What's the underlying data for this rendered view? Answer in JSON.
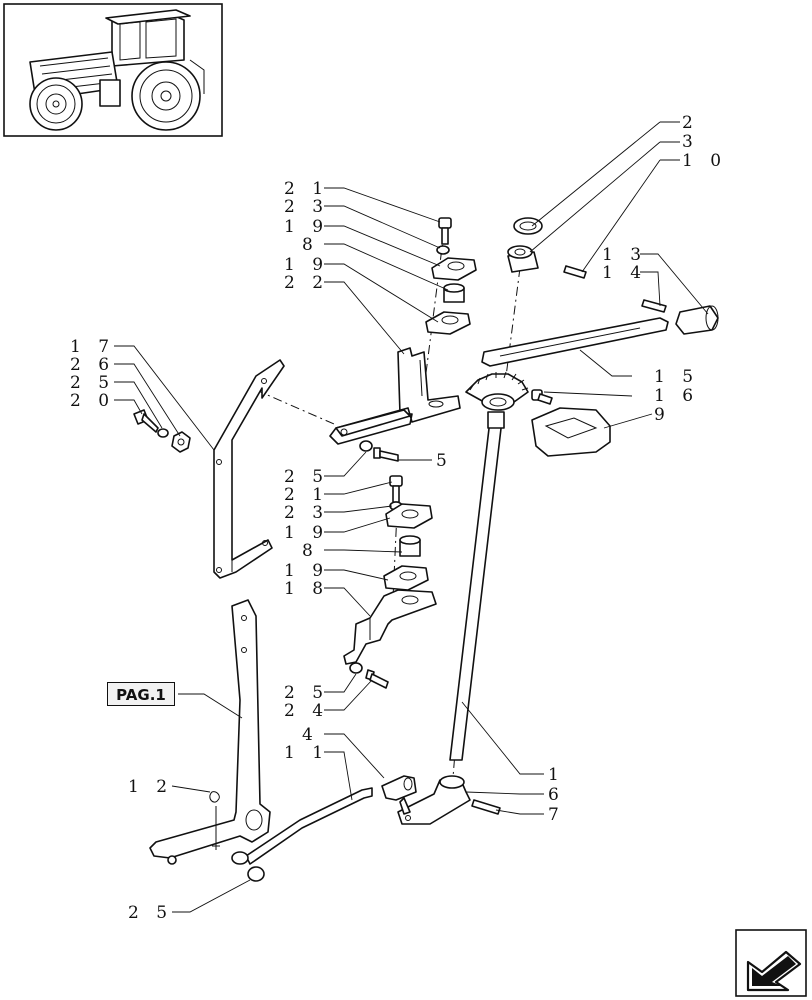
{
  "thumbnail": {
    "icon": "tractor-icon"
  },
  "reference_box": {
    "label": "PAG.1"
  },
  "nav": {
    "icon": "next-page-arrow-icon"
  },
  "callouts": {
    "c2": "2",
    "c3": "3",
    "c10": "1 0",
    "c13": "1 3",
    "c14": "1 4",
    "c15": "1 5",
    "c16": "1 6",
    "c9": "9",
    "c21a": "2 1",
    "c23a": "2 3",
    "c19a": "1 9",
    "c8a": "8",
    "c19b": "1 9",
    "c22": "2 2",
    "c17": "1 7",
    "c26": "2 6",
    "c25a": "2 5",
    "c20": "2 0",
    "c25b": "2 5",
    "c5": "5",
    "c21b": "2 1",
    "c23b": "2 3",
    "c19c": "1 9",
    "c8b": "8",
    "c19d": "1 9",
    "c18": "1 8",
    "c25c": "2 5",
    "c24": "2 4",
    "c4": "4",
    "c11": "1 1",
    "c12": "1 2",
    "c1": "1",
    "c6": "6",
    "c7": "7",
    "c25d": "2 5"
  }
}
